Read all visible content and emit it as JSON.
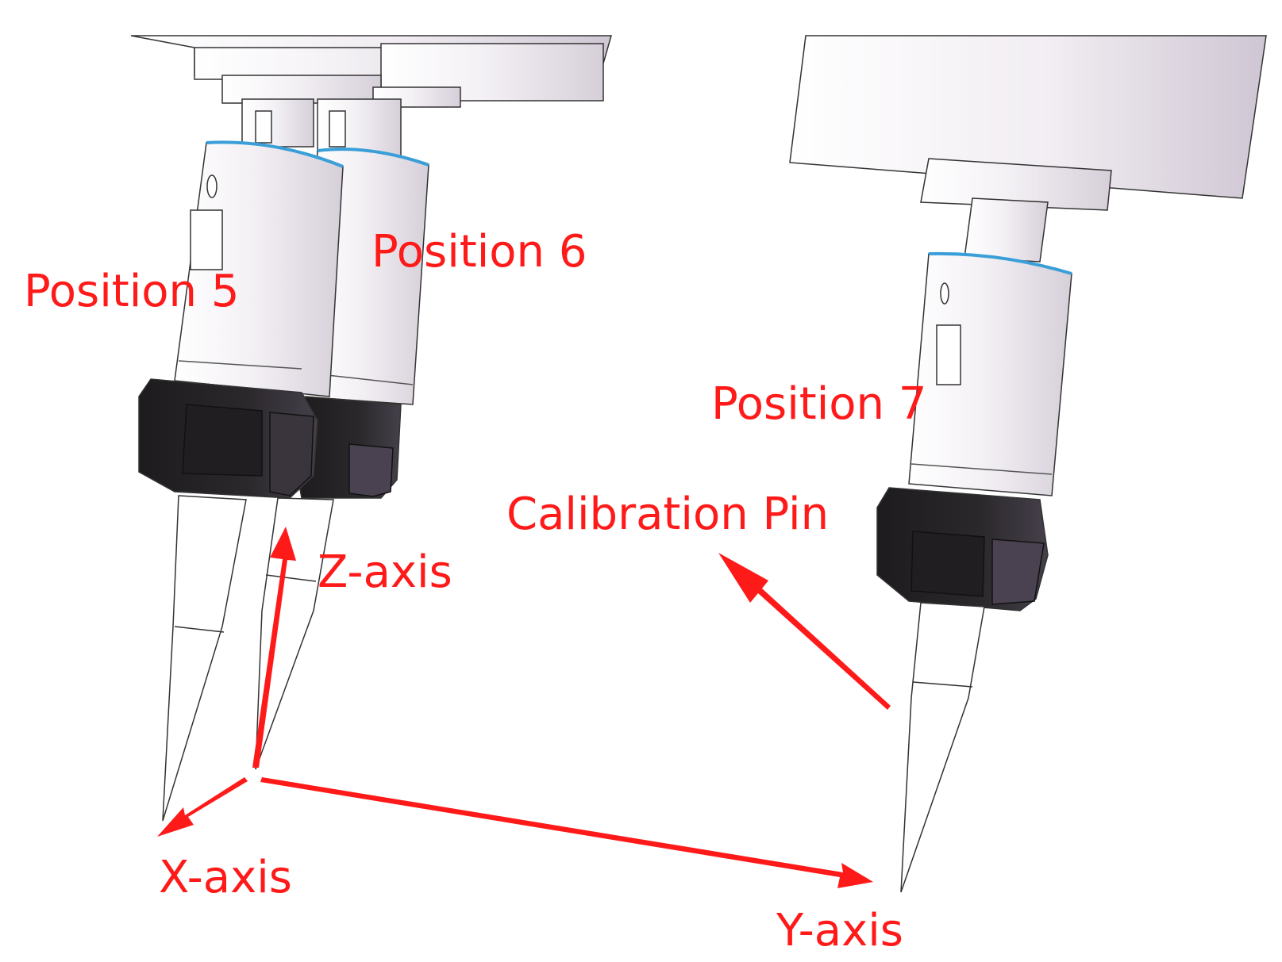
{
  "labels": {
    "position_5": "Position 5",
    "position_6": "Position 6",
    "position_7": "Position 7",
    "calibration_pin": "Calibration Pin",
    "z_axis": "Z-axis",
    "x_axis": "X-axis",
    "y_axis": "Y-axis"
  },
  "colors": {
    "annotation": "#ff1a1a",
    "collet_ring": "#3a9fd8",
    "nut": "#2a262b",
    "body_light": "#f6f4f7",
    "body_shade": "#d9d2dc"
  }
}
